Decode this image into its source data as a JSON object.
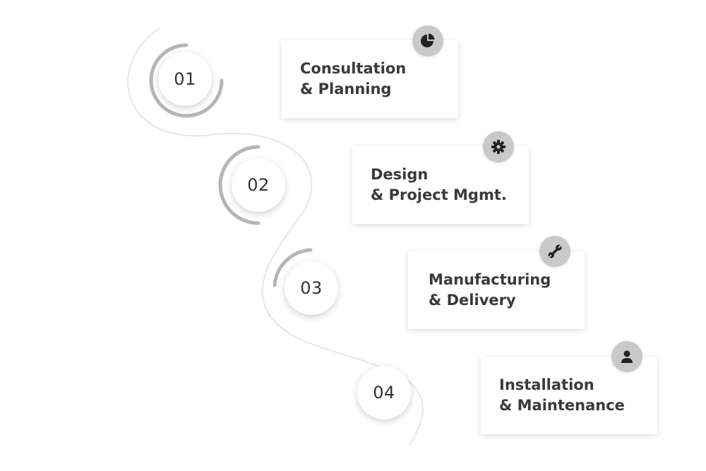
{
  "steps": [
    {
      "number": "01",
      "line1": "Consultation",
      "line2": "& Planning",
      "icon": "pie-chart-icon"
    },
    {
      "number": "02",
      "line1": "Design",
      "line2": "& Project Mgmt.",
      "icon": "gear-icon"
    },
    {
      "number": "03",
      "line1": "Manufacturing",
      "line2": "& Delivery",
      "icon": "wrench-icon"
    },
    {
      "number": "04",
      "line1": "Installation",
      "line2": "& Maintenance",
      "icon": "user-icon"
    }
  ],
  "colors": {
    "path": "#e6e6e6",
    "arc": "#b5b5b5",
    "badge": "#c9c9c9",
    "icon": "#222222",
    "text": "#3a3a3a"
  }
}
